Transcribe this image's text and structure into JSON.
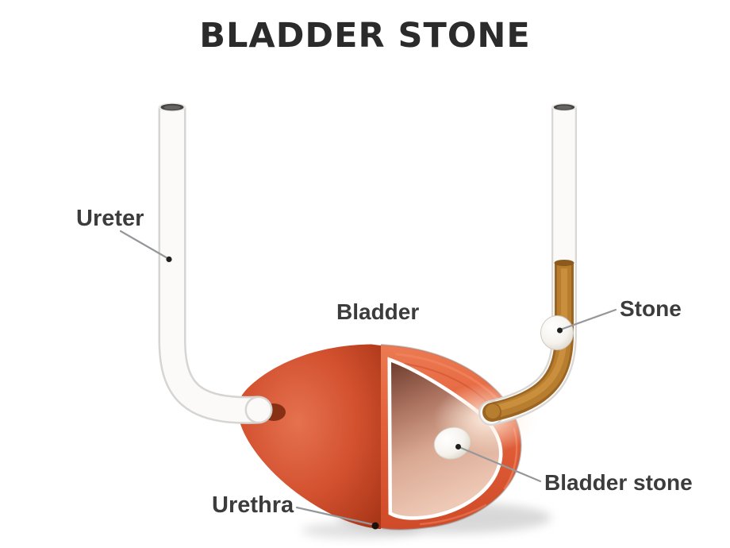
{
  "title": "BLADDER STONE",
  "labels": {
    "ureter": "Ureter",
    "bladder": "Bladder",
    "stone": "Stone",
    "bladder_stone": "Bladder stone",
    "urethra": "Urethra"
  },
  "colors": {
    "title_text": "#2b2b2b",
    "label_text": "#3c3c3c",
    "leader_line": "#95989b",
    "bladder_exterior": "#d3512f",
    "bladder_wall": "#e2603a",
    "bladder_cavity": "#d9a892",
    "tube_white": "#fbfaf9",
    "urine_brown": "#b5752a",
    "stone_white": "#f6f3ee"
  }
}
